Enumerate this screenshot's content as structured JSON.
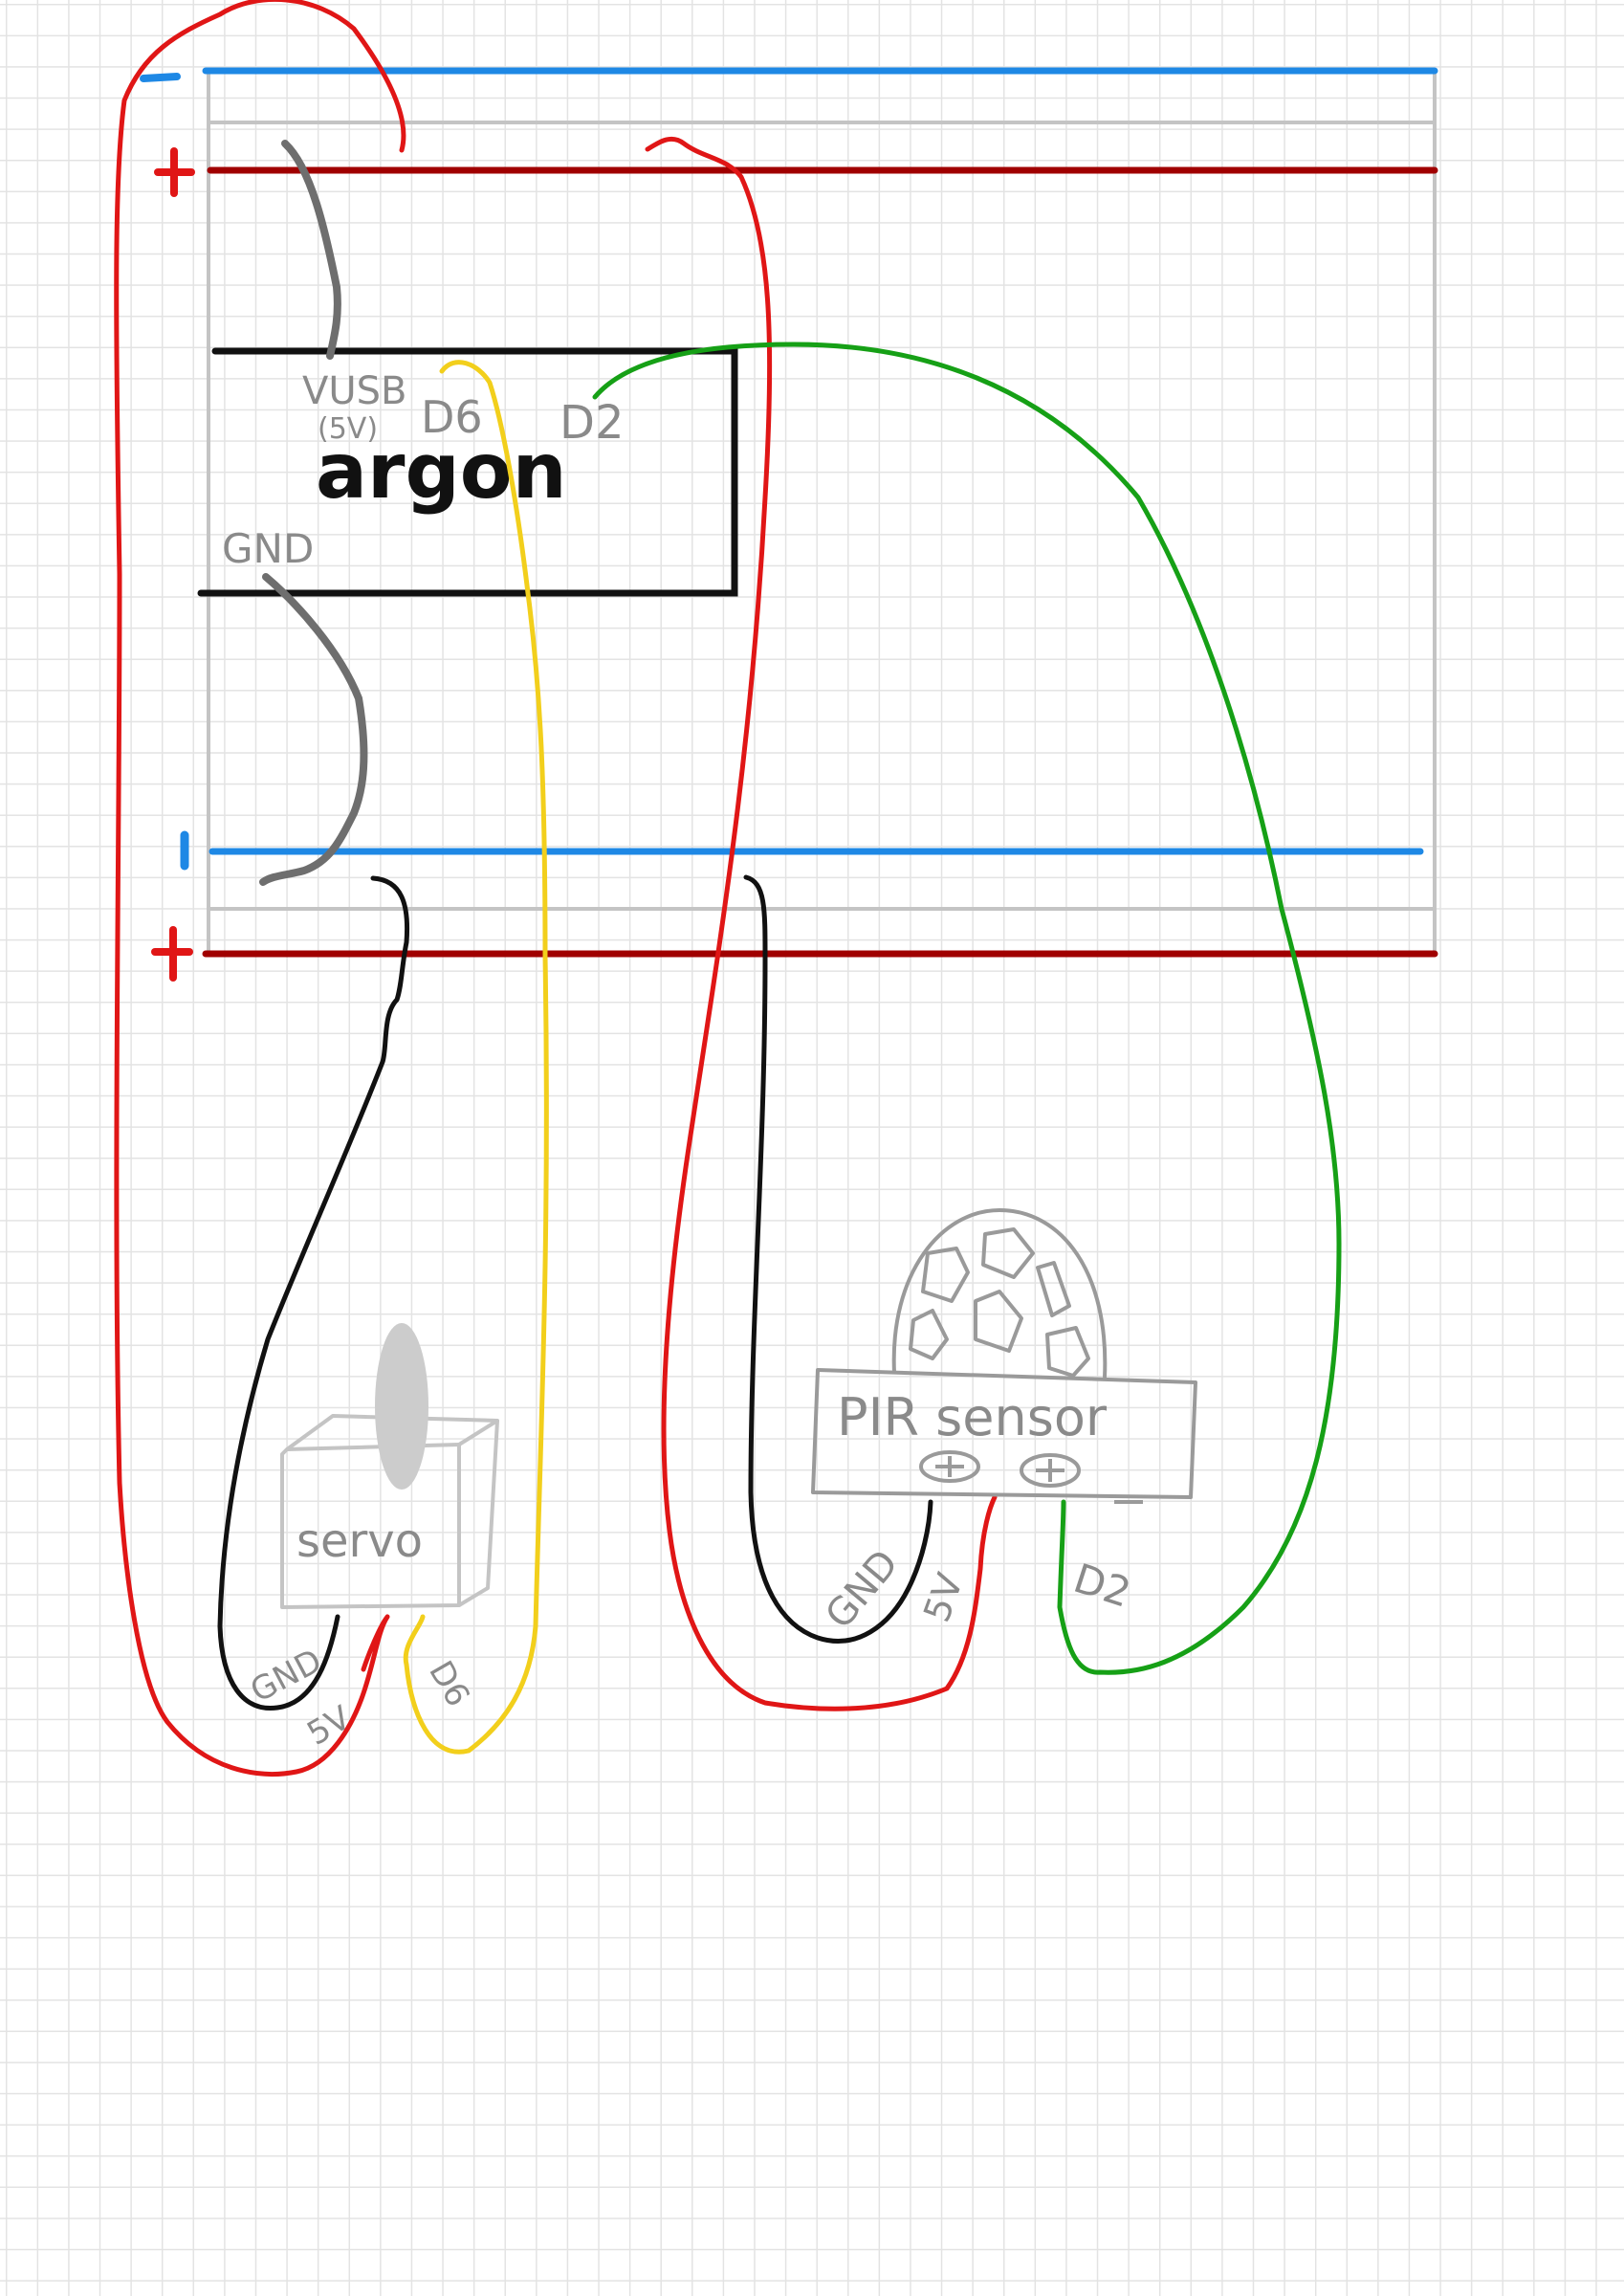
{
  "rails": {
    "top_minus": "–",
    "top_plus": "+",
    "bottom_minus": "|",
    "bottom_plus": "+"
  },
  "argon": {
    "name": "argon",
    "pin_vusb": "VUSB",
    "pin_vusb_note": "(5V)",
    "pin_d6": "D6",
    "pin_d2": "D2",
    "pin_gnd": "GND"
  },
  "servo": {
    "name": "servo",
    "pin_gnd": "GND",
    "pin_5v": "5V",
    "pin_d6": "D6"
  },
  "pir": {
    "name": "PIR sensor",
    "pin_gnd": "GND",
    "pin_5v": "5V",
    "pin_d2": "D2"
  },
  "colors": {
    "negative_rail": "#1e88e5",
    "positive_rail": "#a00000",
    "power_wire": "#e01616",
    "ground_wire": "#111111",
    "d6_wire": "#f2cf1c",
    "d2_wire": "#16a016",
    "jumper": "#6e6e6e",
    "outline": "#b5b5b5"
  }
}
